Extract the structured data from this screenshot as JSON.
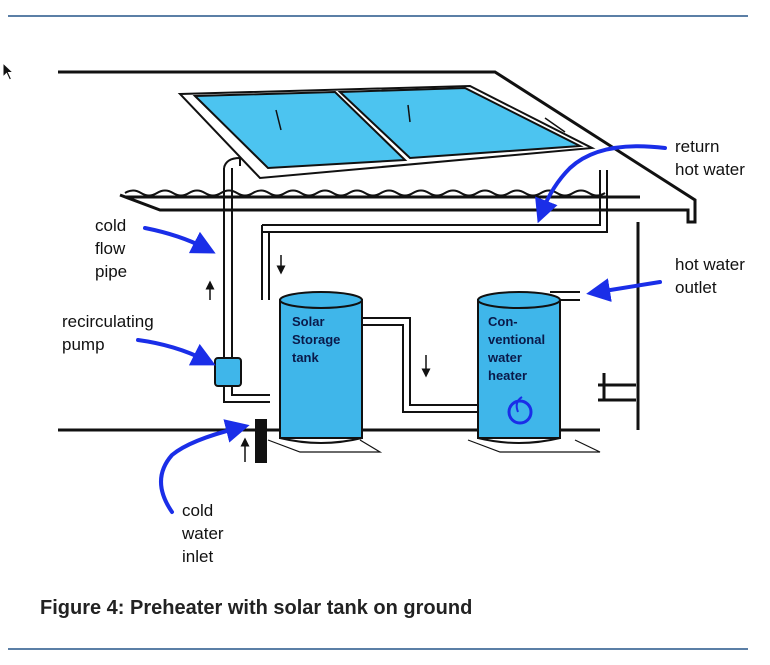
{
  "labels": {
    "cold_flow_pipe": [
      "cold",
      "flow",
      "pipe"
    ],
    "recirculating_pump": [
      "recirculating",
      "pump"
    ],
    "cold_water_inlet": [
      "cold",
      "water",
      "inlet"
    ],
    "return_hot_water": [
      "return",
      "hot water"
    ],
    "hot_water_outlet": [
      "hot water",
      "outlet"
    ],
    "solar_tank": [
      "Solar",
      "Storage",
      "tank"
    ],
    "conventional_heater": [
      "Con-",
      "ventional",
      "water",
      "heater"
    ]
  },
  "caption": "Figure 4: Preheater with solar tank on ground",
  "colors": {
    "collector": "#4cc4f0",
    "tank": "#3fb6ea",
    "arrow": "#1a2ee8",
    "line": "#111111",
    "rule": "#5b7fa6"
  }
}
